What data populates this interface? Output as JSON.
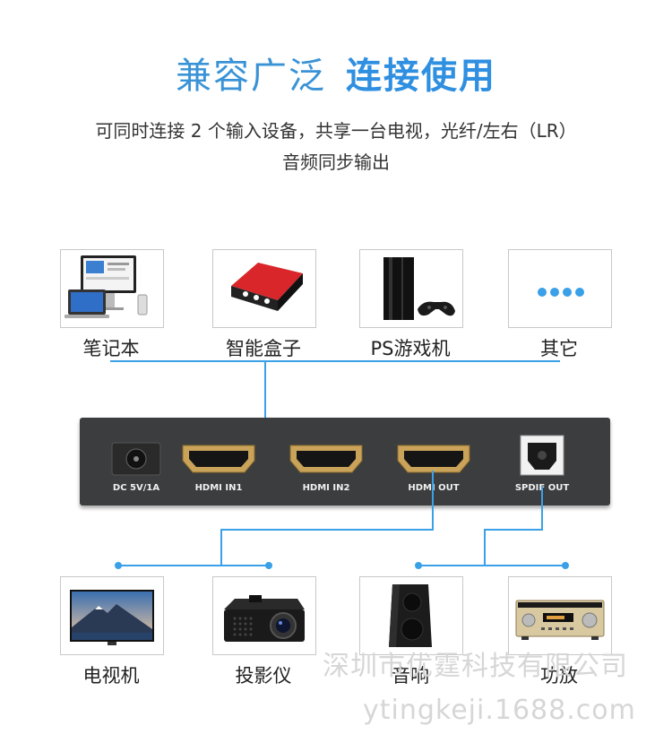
{
  "header": {
    "title_part1": "兼容广泛",
    "title_part2": "连接使用",
    "subtitle_line1": "可同时连接 2 个输入设备，共享一台电视，光纤/左右（LR）",
    "subtitle_line2": "音频同步输出"
  },
  "inputs": [
    {
      "label": "笔记本",
      "icon": "laptop-icon"
    },
    {
      "label": "智能盒子",
      "icon": "tv-box-icon"
    },
    {
      "label": "PS游戏机",
      "icon": "game-console-icon"
    },
    {
      "label": "其它",
      "icon": "more-dots-icon"
    }
  ],
  "device": {
    "ports": {
      "dc": "DC 5V/1A",
      "in1": "HDMI IN1",
      "in2": "HDMI IN2",
      "out": "HDMI OUT",
      "spdif": "SPDIF OUT"
    }
  },
  "outputs": [
    {
      "label": "电视机",
      "icon": "television-icon"
    },
    {
      "label": "投影仪",
      "icon": "projector-icon"
    },
    {
      "label": "音响",
      "icon": "speaker-icon"
    },
    {
      "label": "功放",
      "icon": "amplifier-icon"
    }
  ],
  "watermark": {
    "company": "深圳市优霆科技有限公司",
    "url": "ytingkeji.1688.com"
  },
  "colors": {
    "accent": "#3aa0e8",
    "title_blue": "#2f8fe0"
  }
}
